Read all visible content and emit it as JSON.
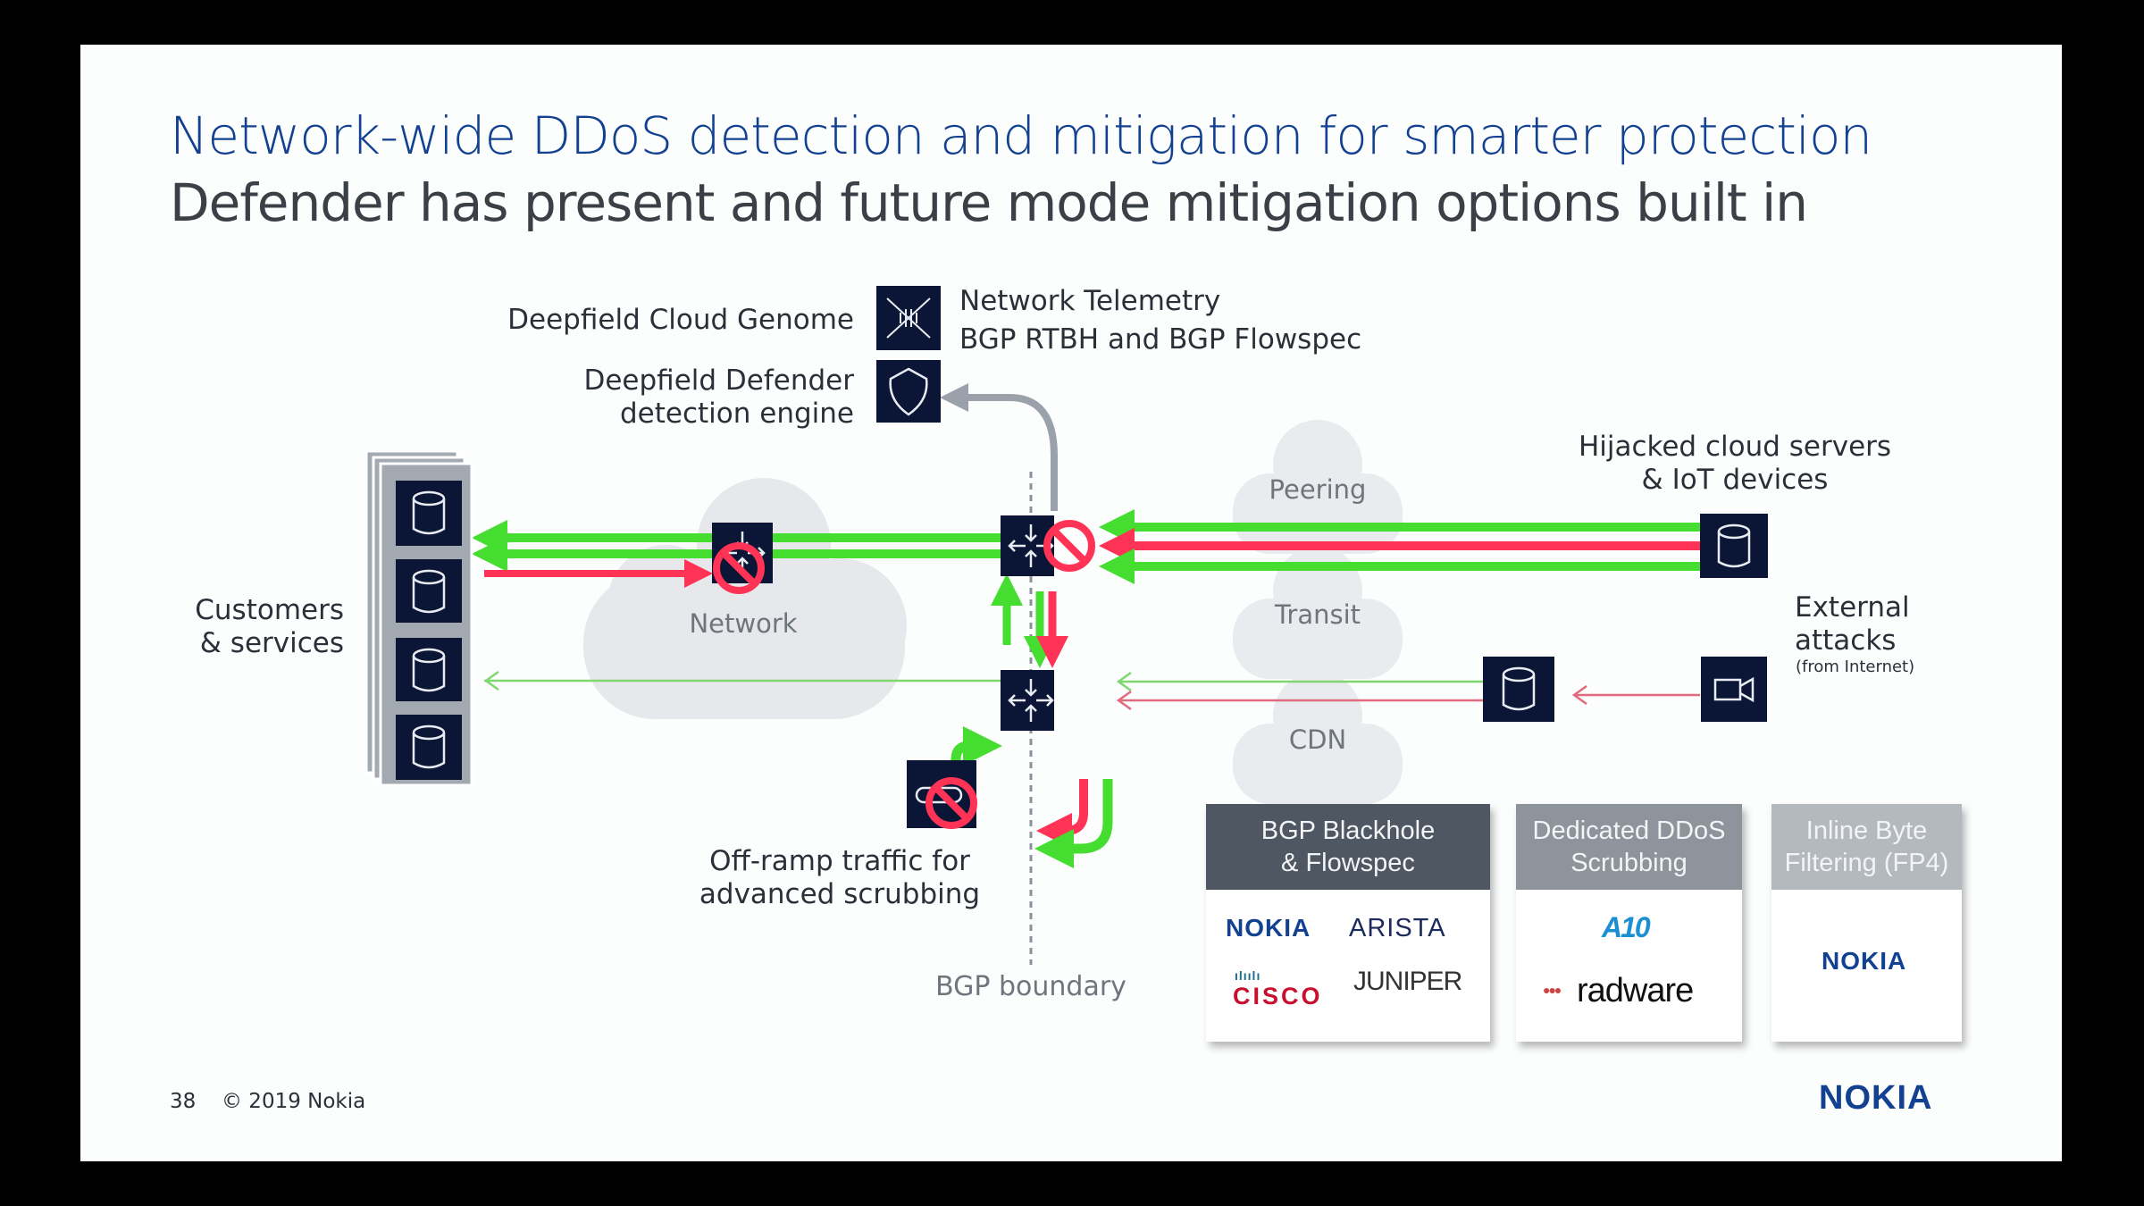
{
  "slide": {
    "title": "Network-wide DDoS detection and mitigation for smarter protection",
    "subtitle": "Defender has present and future mode mitigation options built in"
  },
  "diagram": {
    "cloud_genome": {
      "label": "Deepfield Cloud Genome",
      "icon": "dna-icon"
    },
    "telemetry": {
      "line1": "Network Telemetry",
      "line2": "BGP RTBH and BGP Flowspec"
    },
    "defender": {
      "line1": "Deepfield Defender",
      "line2": "detection engine",
      "icon": "shield-icon"
    },
    "customers": {
      "line1": "Customers",
      "line2": "& services",
      "icon": "database-icon",
      "count": 4
    },
    "network_cloud": "Network",
    "peering_cloud": "Peering",
    "transit_cloud": "Transit",
    "cdn_cloud": "CDN",
    "hijacked": {
      "line1": "Hijacked cloud servers",
      "line2": "& IoT devices"
    },
    "external": {
      "line1": "External",
      "line2": "attacks",
      "note": "(from Internet)",
      "icon": "camera-icon"
    },
    "offramp": {
      "line1": "Off-ramp traffic for",
      "line2": "advanced scrubbing",
      "icon": "scrubber-icon"
    },
    "bgp_boundary": "BGP boundary",
    "colors": {
      "legit": "#44dd30",
      "attack": "#ff3355",
      "node": "#0b1535",
      "control": "#9aa1aa",
      "cloud": "#e6e8eb"
    }
  },
  "mitigation_options": [
    {
      "title_line1": "BGP Blackhole",
      "title_line2": "& Flowspec",
      "header_color": "#4f5763",
      "vendors": [
        "NOKIA",
        "ARISTA",
        "CISCO",
        "JUNIPER"
      ]
    },
    {
      "title_line1": "Dedicated DDoS",
      "title_line2": "Scrubbing",
      "header_color": "#8d949c",
      "vendors": [
        "A10",
        "radware"
      ]
    },
    {
      "title_line1": "Inline Byte",
      "title_line2": "Filtering (FP4)",
      "header_color": "#b4b9bf",
      "vendors": [
        "NOKIA"
      ]
    }
  ],
  "footer": {
    "page_number": "38",
    "copyright": "© 2019 Nokia",
    "logo": "NOKIA"
  }
}
